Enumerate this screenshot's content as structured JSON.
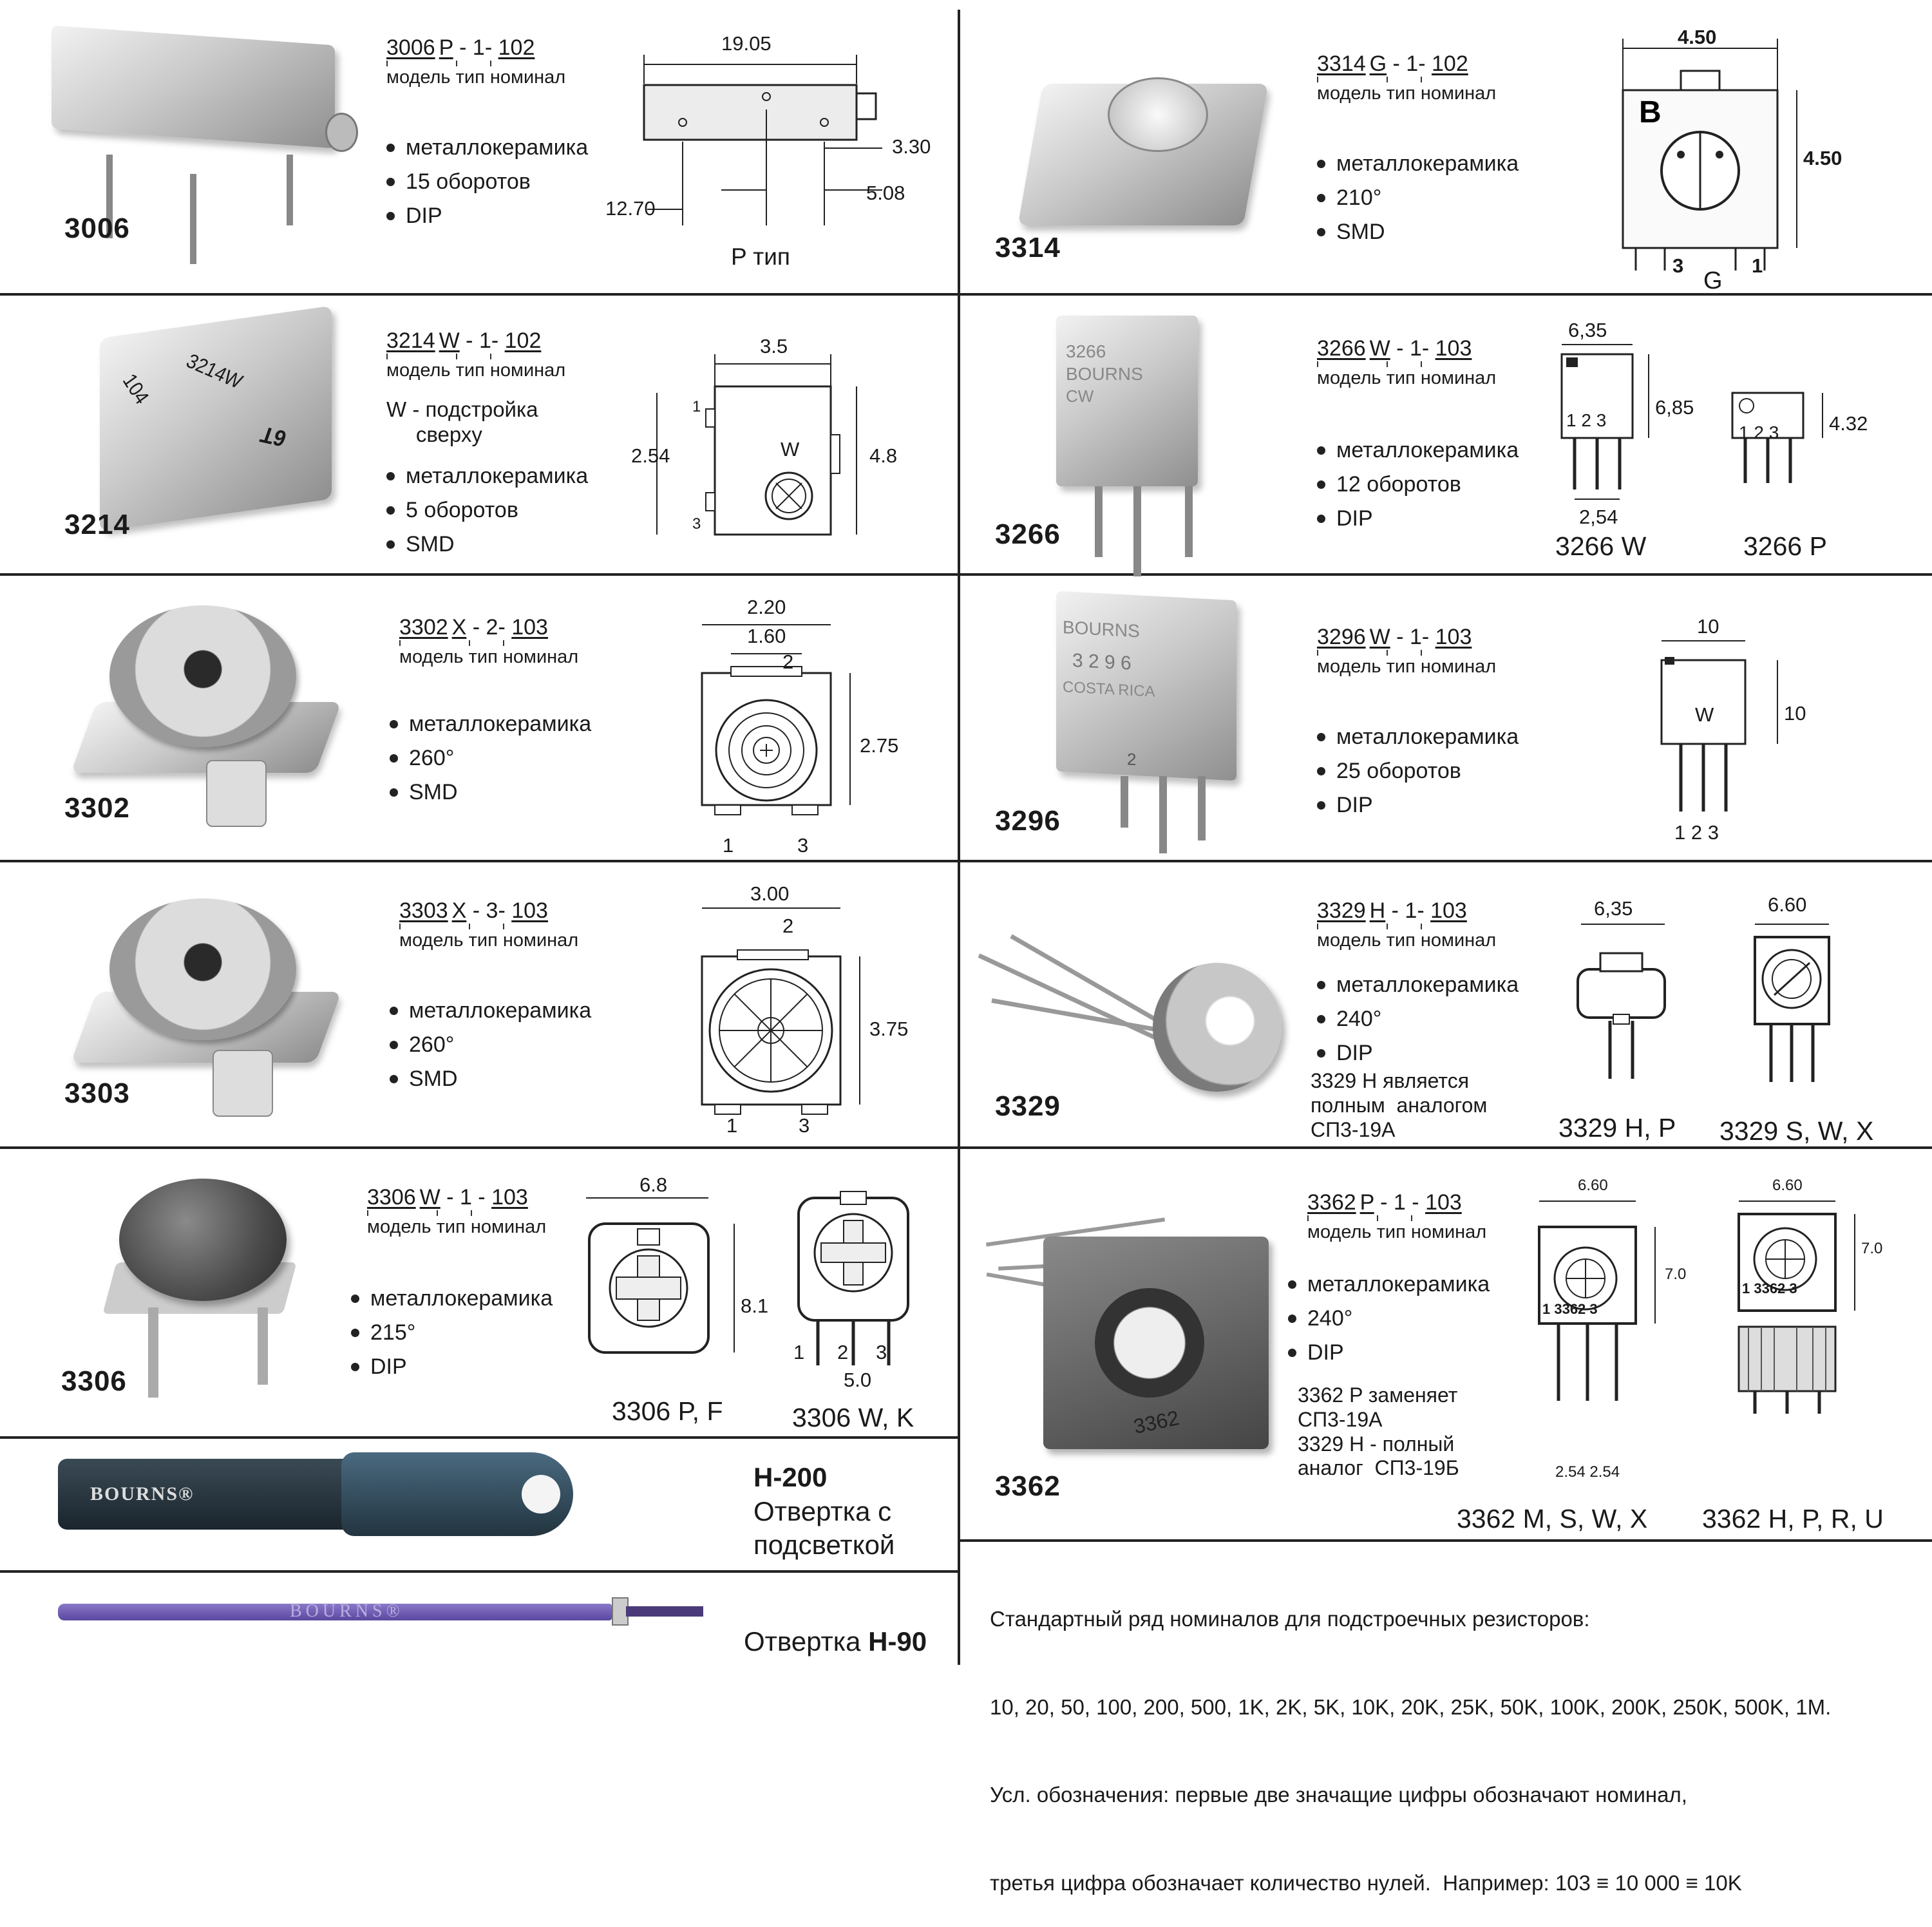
{
  "labels": {
    "model": "модель",
    "type": "тип",
    "nominal": "номинал"
  },
  "parts": {
    "p3006": {
      "num": "3006",
      "c1": "3006",
      "c2": "P",
      "mid": " - 1- ",
      "c3": "102",
      "bullets": [
        "металлокерамика",
        "15 оборотов",
        "DIP"
      ],
      "dims": {
        "w": "19.05",
        "h1": "3.30",
        "h2": "5.08",
        "l": "12.70"
      },
      "caption": "P тип"
    },
    "p3214": {
      "num": "3214",
      "c1": "3214",
      "c2": "W",
      "mid": " - 1- ",
      "c3": "102",
      "note": "W - подстройка\n     сверху",
      "bullets": [
        "металлокерамика",
        "5 оборотов",
        "SMD"
      ],
      "dims": {
        "w": "3.5",
        "h": "4.8",
        "p": "2.54",
        "pin1": "1",
        "pin3": "3",
        "letter": "W"
      },
      "photo_text": [
        "104",
        "3214W",
        "6T"
      ]
    },
    "p3302": {
      "num": "3302",
      "c1": "3302",
      "c2": "X",
      "mid": " - 2- ",
      "c3": "103",
      "bullets": [
        "металлокерамика",
        "260°",
        "SMD"
      ],
      "dims": {
        "w1": "2.20",
        "w2": "1.60",
        "h": "2.75",
        "pin1": "1",
        "pin2": "2",
        "pin3": "3"
      }
    },
    "p3303": {
      "num": "3303",
      "c1": "3303",
      "c2": "X",
      "mid": " - 3- ",
      "c3": "103",
      "bullets": [
        "металлокерамика",
        "260°",
        "SMD"
      ],
      "dims": {
        "w": "3.00",
        "h": "3.75",
        "pin1": "1",
        "pin2": "2",
        "pin3": "3"
      }
    },
    "p3306": {
      "num": "3306",
      "c1": "3306",
      "c2": "W",
      "mid": " - 1 - ",
      "c3": "103",
      "bullets": [
        "металлокерамика",
        "215°",
        "DIP"
      ],
      "dims": {
        "w": "6.8",
        "h": "8.1",
        "p": "5.0",
        "pin1": "1",
        "pin2": "2",
        "pin3": "3"
      },
      "caption1": "3306 P, F",
      "caption2": "3306 W, K"
    },
    "p3314": {
      "num": "3314",
      "c1": "3314",
      "c2": "G",
      "mid": " - 1- ",
      "c3": "102",
      "bullets": [
        "металлокерамика",
        "210°",
        "SMD"
      ],
      "dims": {
        "w": "4.50",
        "h": "4.50",
        "pin1": "1",
        "pin3": "3"
      },
      "caption": "G"
    },
    "p3266": {
      "num": "3266",
      "c1": "3266",
      "c2": "W",
      "mid": " - 1- ",
      "c3": "103",
      "bullets": [
        "металлокерамика",
        "12 оборотов",
        "DIP"
      ],
      "dims": {
        "w": "6,35",
        "h": "6,85",
        "p": "2,54",
        "h2": "4.32",
        "pins": "1 2 3"
      },
      "caption1": "3266 W",
      "caption2": "3266 P",
      "photo_text": [
        "3266",
        "BOURNS",
        "CW"
      ]
    },
    "p3296": {
      "num": "3296",
      "c1": "3296",
      "c2": "W",
      "mid": " - 1- ",
      "c3": "103",
      "bullets": [
        "металлокерамика",
        "25 оборотов",
        "DIP"
      ],
      "dims": {
        "w": "10",
        "h": "10",
        "pins": "1 2 3",
        "letter": "W"
      },
      "photo_text": [
        "BOURNS",
        "3 2 9 6",
        "COSTA RICA",
        "2"
      ]
    },
    "p3329": {
      "num": "3329",
      "c1": "3329",
      "c2": "H",
      "mid": " - 1- ",
      "c3": "103",
      "bullets": [
        "металлокерамика",
        "240°",
        "DIP"
      ],
      "note": "3329 H является\nполным  аналогом\nСП3-19А",
      "dims": {
        "w1": "6,35",
        "w2": "6.60"
      },
      "caption1": "3329 H, P",
      "caption2": "3329 S, W, X"
    },
    "p3362": {
      "num": "3362",
      "c1": "3362",
      "c2": "P",
      "mid": " - 1 - ",
      "c3": "103",
      "bullets": [
        "металлокерамика",
        "240°",
        "DIP"
      ],
      "note": "3362 P заменяет\nСП3-19А\n3329 H - полный\nаналог  СП3-19Б",
      "dims": {
        "w1": "6.60",
        "w2": "6.60",
        "h1": "7.0",
        "h2": "7.0",
        "p": "2.54  2.54",
        "pins": "1  3362  3"
      },
      "caption1": "3362 M, S, W, X",
      "caption2": "3362 H, P, R, U",
      "photo_text": "3362"
    }
  },
  "tools": {
    "h200": {
      "title": "H-200",
      "line1": "Отвертка с",
      "line2": "подсветкой",
      "brand": "BOURNS®"
    },
    "h90": {
      "label": "Отвертка ",
      "bold": "H-90",
      "brand": "BOURNS®"
    }
  },
  "footer": {
    "line1": "Стандартный ряд номиналов для подстроечных резисторов:",
    "line2": "10, 20, 50, 100, 200, 500, 1K, 2K, 5K, 10K, 20K, 25K, 50K, 100K, 200K, 250K, 500K, 1M.",
    "line3": "Усл. обозначения: первые две значащие цифры обозначают номинал,",
    "line4": "третья цифра обозначает количество нулей.  Например: 103 ≡ 10 000 ≡ 10K"
  }
}
